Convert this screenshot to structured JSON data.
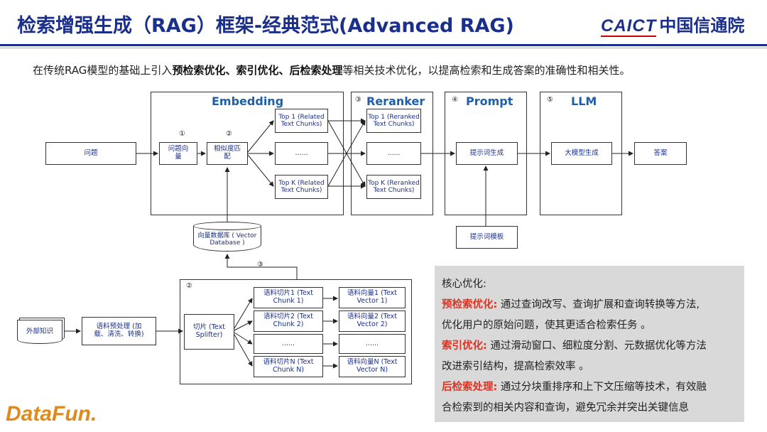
{
  "header": {
    "title": "检索增强生成（RAG）框架-经典范式(Advanced RAG)",
    "logo_en": "CAICT",
    "logo_cn": "中国信通院"
  },
  "intro": {
    "pre": "在传统RAG模型的基础上引入",
    "b1": "预检索优化、索引优化、后检索处理",
    "post": "等相关技术优化，以提高检索和生成答案的准确性和相关性。"
  },
  "diagram": {
    "groups": {
      "embedding": "Embedding",
      "reranker": "Reranker",
      "prompt": "Prompt",
      "llm": "LLM"
    },
    "nums": {
      "n1": "①",
      "n2": "②",
      "n3": "③",
      "n4": "④",
      "n5": "⑤",
      "n6": "①",
      "n7": "②",
      "n8": "③"
    },
    "nodes": {
      "question": "问题",
      "qvec": "问题向量",
      "sim": "相似度匹配",
      "top1": "Top 1 (Related Text Chunks)",
      "mid": "......",
      "topk": "Top K (Related Text Chunks)",
      "rtop1": "Top 1 (Reranked Text Chunks)",
      "rmid": "......",
      "rtopk": "Top K (Reranked Text Chunks)",
      "promptgen": "提示词生成",
      "llmgen": "大模型生成",
      "answer": "答案",
      "template": "提示词模板",
      "vdb": "向量数据库 ( Vector Database )",
      "external": "外部知识",
      "preproc": "语料预处理 (加载、清洗、转换)",
      "splitter": "切片 (Text Splifter)",
      "chunk1": "语料切片1 (Text Chunk 1)",
      "chunk2": "语料切片2 (Text Chunk 2)",
      "chunkmid": "......",
      "chunkn": "语料切片N (Text Chunk N)",
      "vec1": "语料向量1 (Text Vector 1)",
      "vec2": "语料向量2 (Text Vector 2)",
      "vecmid": "......",
      "vecn": "语料向量N (Text Vector N)"
    }
  },
  "core": {
    "heading": "核心优化:",
    "pre_label": "预检索优化:",
    "pre_text1": "通过查询改写、查询扩展和查询转换等方法,",
    "pre_text2": "优化用户的原始问题，使其更适合检索任务 。",
    "idx_label": "索引优化:",
    "idx_text1": "通过滑动窗口、细粒度分割、元数据优化等方法",
    "idx_text2": "改进索引结构，提高检索效率 。",
    "post_label": "后检索处理:",
    "post_text1": "通过分块重排序和上下文压缩等技术，有效融",
    "post_text2": "合检索到的相关内容和查询，避免冗余并突出关键信息"
  },
  "footer": {
    "brand": "DataFun."
  }
}
